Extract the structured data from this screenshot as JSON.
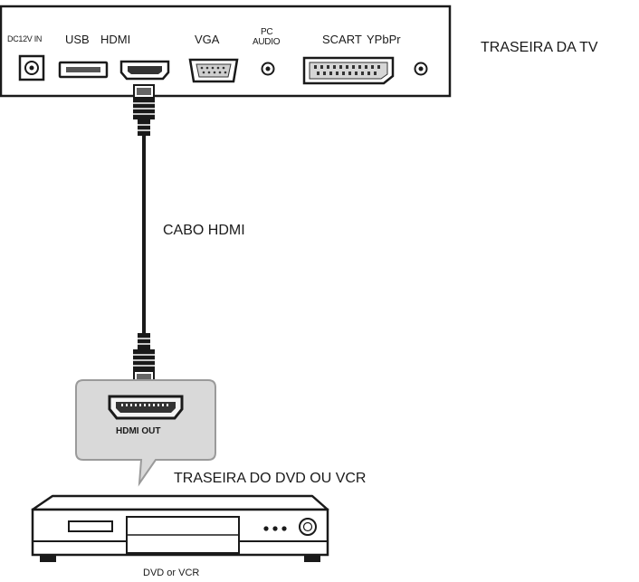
{
  "tv_panel": {
    "title": "TRASEIRA DA TV",
    "ports": {
      "dc_in": "DC12V IN",
      "usb": "USB",
      "hdmi": "HDMI",
      "vga": "VGA",
      "pc_audio_line1": "PC",
      "pc_audio_line2": "AUDIO",
      "scart": "SCART",
      "ypbpr": "YPbPr"
    }
  },
  "cable": {
    "label": "CABO HDMI"
  },
  "dvd_callout": {
    "title": "TRASEIRA DO DVD OU VCR",
    "port_label": "HDMI OUT"
  },
  "device": {
    "caption": "DVD or VCR"
  },
  "colors": {
    "stroke": "#1a1a1a",
    "callout_fill": "#d9d9d9",
    "callout_stroke": "#9a9a9a"
  }
}
